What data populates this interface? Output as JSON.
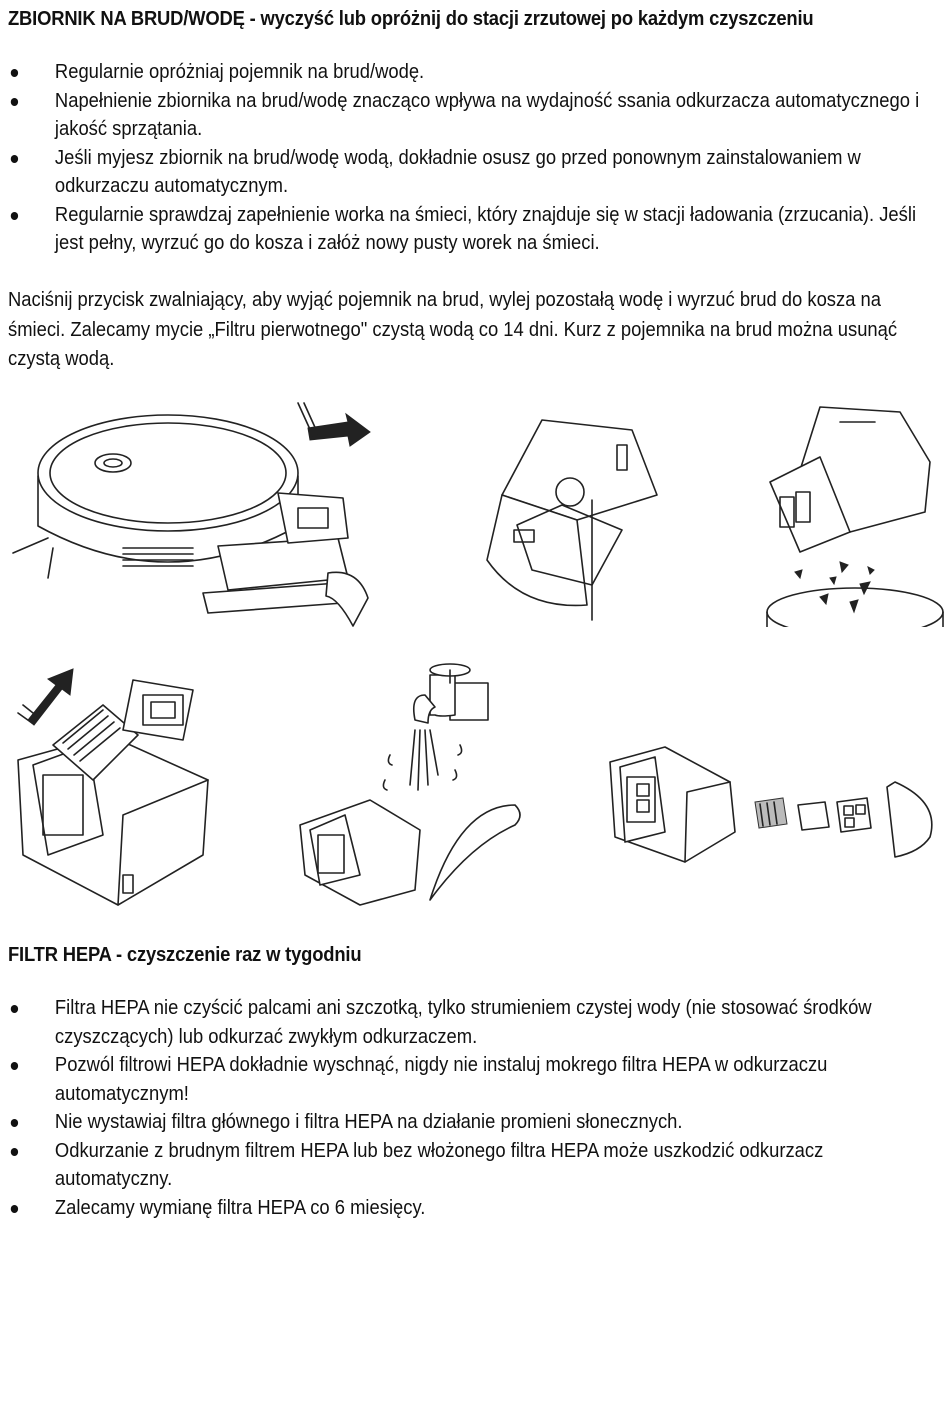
{
  "section1": {
    "heading": "ZBIORNIK NA BRUD/WODĘ - wyczyść lub opróżnij do stacji zrzutowej po każdym czyszczeniu",
    "bullets": [
      "Regularnie opróżniaj pojemnik na brud/wodę.",
      "Napełnienie zbiornika na brud/wodę znacząco wpływa na wydajność ssania odkurzacza automatycznego i jakość sprzątania.",
      "Jeśli myjesz zbiornik na brud/wodę wodą, dokładnie osusz go przed ponownym zainstalowaniem w odkurzaczu automatycznym.",
      "Regularnie sprawdzaj zapełnienie worka na śmieci, który znajduje się w stacji ładowania (zrzucania). Jeśli jest pełny, wyrzuć go do kosza i załóż nowy pusty worek na śmieci."
    ],
    "paragraph": "Naciśnij przycisk zwalniający, aby wyjąć pojemnik na brud, wylej pozostałą wodę i wyrzuć brud do kosza na śmieci. Zalecamy mycie „Filtru pierwotnego\" czystą wodą co 14 dni. Kurz z pojemnika na brud można usunąć czystą wodą."
  },
  "illustrations": [
    {
      "icon": "robot-remove-dustbin-icon"
    },
    {
      "icon": "dustbin-open-lid-icon"
    },
    {
      "icon": "dustbin-empty-into-trash-icon"
    },
    {
      "icon": "remove-filter-icon"
    },
    {
      "icon": "rinse-under-tap-icon"
    },
    {
      "icon": "filter-components-exploded-icon"
    }
  ],
  "section2": {
    "heading": "FILTR HEPA - czyszczenie raz w tygodniu",
    "bullets": [
      "Filtra HEPA nie czyścić palcami ani szczotką, tylko strumieniem czystej wody (nie stosować środków czyszczących) lub odkurzać zwykłym odkurzaczem.",
      "Pozwól filtrowi HEPA dokładnie wyschnąć, nigdy nie instaluj mokrego filtra HEPA w odkurzaczu automatycznym!",
      "Nie wystawiaj filtra głównego i filtra HEPA na działanie promieni słonecznych.",
      "Odkurzanie z brudnym filtrem HEPA lub bez włożonego filtra HEPA może uszkodzić odkurzacz automatyczny.",
      "Zalecamy wymianę filtra HEPA co 6 miesięcy."
    ]
  }
}
